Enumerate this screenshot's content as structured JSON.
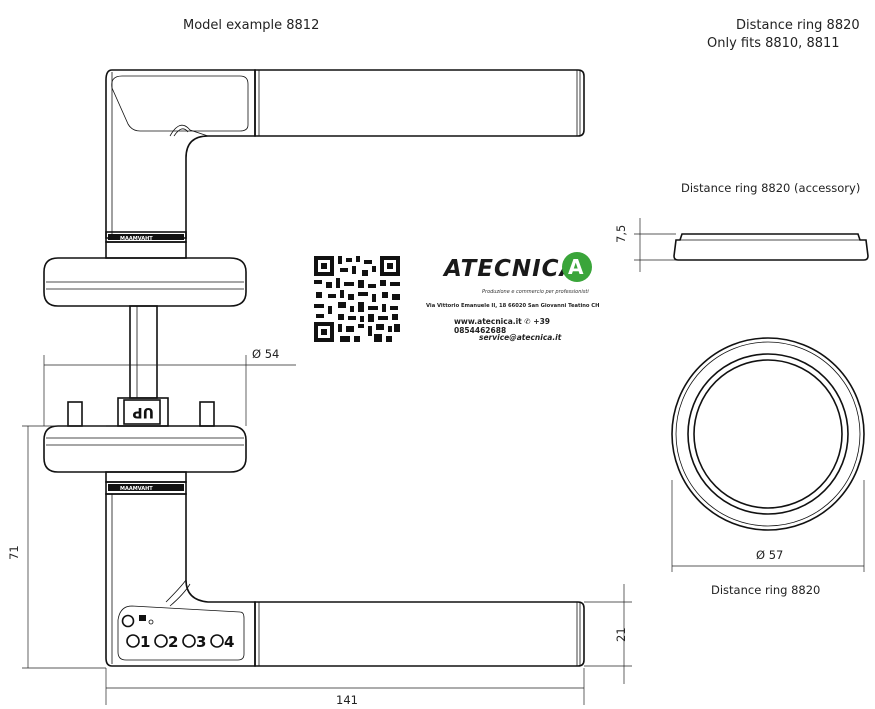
{
  "titles": {
    "model_example": "Model example 8812",
    "ring_heading_line1": "Distance ring 8820",
    "ring_heading_line2": "Only fits 8810, 8811",
    "ring_side_caption": "Distance ring 8820 (accessory)",
    "ring_top_caption": "Distance ring 8820"
  },
  "dimensions": {
    "rose_diameter": "Ø 54",
    "ring_diameter": "Ø 57",
    "ring_height": "7,5",
    "overall_height": "71",
    "lever_height": "21",
    "lever_length": "141"
  },
  "handle": {
    "up_label": "UP",
    "code_digits": [
      "1",
      "2",
      "3",
      "4"
    ],
    "neck_marking": "MAAMVAHT"
  },
  "logo": {
    "wordmark": "ATECNICA",
    "mark": "A",
    "tagline": "Produzione e commercio per professionisti",
    "address": "Via Vittorio Emanuele II, 18 66020 San Giovanni Teatino CH",
    "web": "www.atecnica.it",
    "phone": "+39 0854462688",
    "email": "service@atecnica.it"
  },
  "colors": {
    "line": "#111111",
    "logo_green": "#3aa53a"
  }
}
